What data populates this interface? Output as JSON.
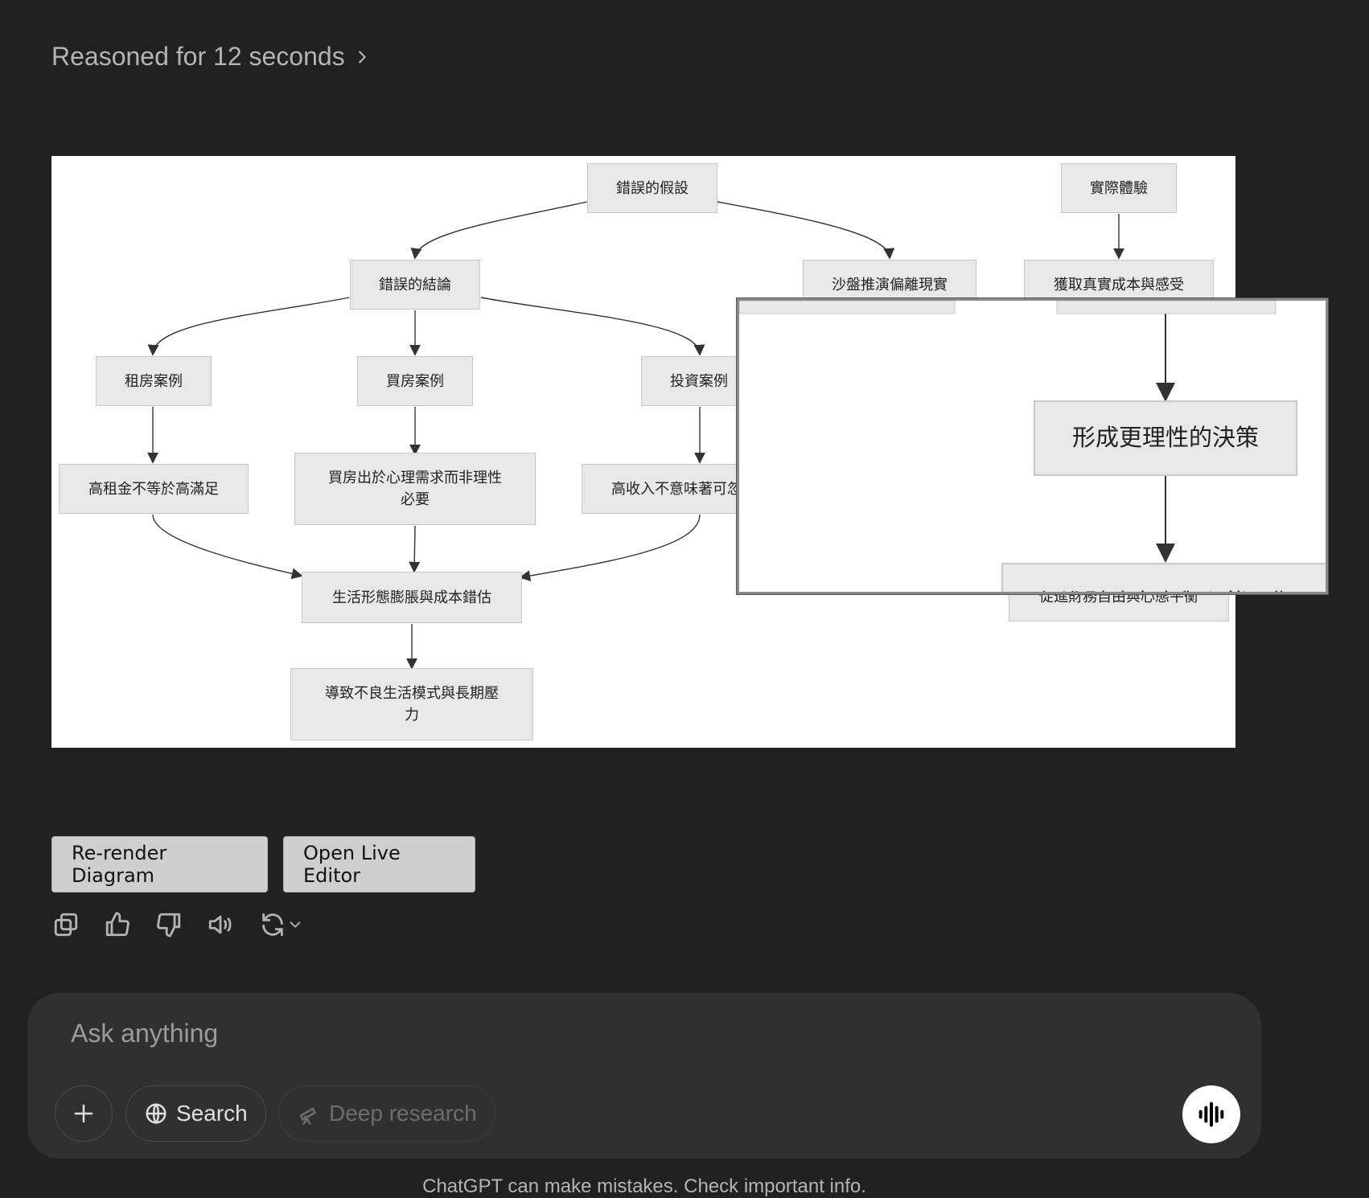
{
  "reasoning": {
    "label": "Reasoned for 12 seconds"
  },
  "diagram": {
    "nodes": {
      "wrong_assumption": "錯誤的假設",
      "actual_experience": "實際體驗",
      "wrong_conclusion": "錯誤的結論",
      "sandbox_off_reality": "沙盤推演偏離現實",
      "get_real_cost": "獲取真實成本與感受",
      "rent_case": "租房案例",
      "buy_case": "買房案例",
      "invest_case": "投資案例",
      "high_rent": "高租金不等於高滿足",
      "buy_psych": "買房出於心理需求而非理性必要",
      "high_income": "高收入不意味著可忽",
      "lifestyle_inflation": "生活形態膨脹與成本錯估",
      "bad_pattern": "導致不良生活模式與長期壓力",
      "financial_balance": "促進財務自由與心態平衡"
    },
    "zoom": {
      "rational_decision": "形成更理性的決策",
      "partial_bottom": "促進財務自由與心態平衡"
    }
  },
  "buttons": {
    "rerender": "Re-render Diagram",
    "live_editor": "Open Live Editor"
  },
  "composer": {
    "placeholder": "Ask anything",
    "search": "Search",
    "deep_research": "Deep research"
  },
  "footer": {
    "disclaimer": "ChatGPT can make mistakes. Check important info."
  }
}
